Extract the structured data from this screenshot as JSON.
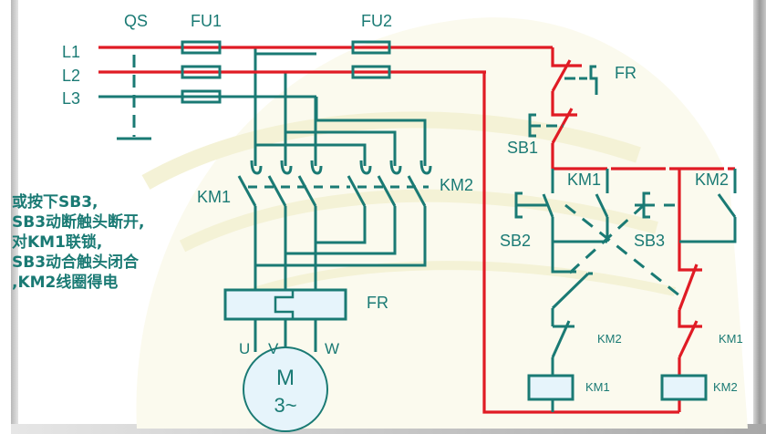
{
  "diagram": {
    "title": "Three-phase motor forward/reverse control circuit (button interlock)",
    "colors": {
      "wire": "#1a7a74",
      "energized": "#e01b24",
      "fill": "#e6f4fb",
      "watermark": "#f7f5e0"
    },
    "power_circuit": {
      "lines": [
        "L1",
        "L2",
        "L3"
      ],
      "switch": "QS",
      "fuse_main": "FU1",
      "fuse_control": "FU2",
      "contactor_forward": "KM1",
      "contactor_reverse": "KM2",
      "thermal_relay": "FR",
      "terminals": [
        "U",
        "V",
        "W"
      ],
      "motor": {
        "name": "M",
        "type": "3~"
      }
    },
    "control_circuit": {
      "thermal_contact": "FR",
      "stop_button": "SB1",
      "forward_button": "SB2",
      "reverse_button": "SB3",
      "aux_km1_hold": "KM1",
      "aux_km2_hold": "KM2",
      "interlock_left": "KM2",
      "interlock_right": "KM1",
      "coil_left": "KM1",
      "coil_right": "KM2"
    },
    "note_lines": [
      "或按下SB3,",
      "SB3动断触头断开,",
      "对KM1联锁,",
      "SB3动合触头闭合",
      ",KM2线圈得电"
    ]
  }
}
